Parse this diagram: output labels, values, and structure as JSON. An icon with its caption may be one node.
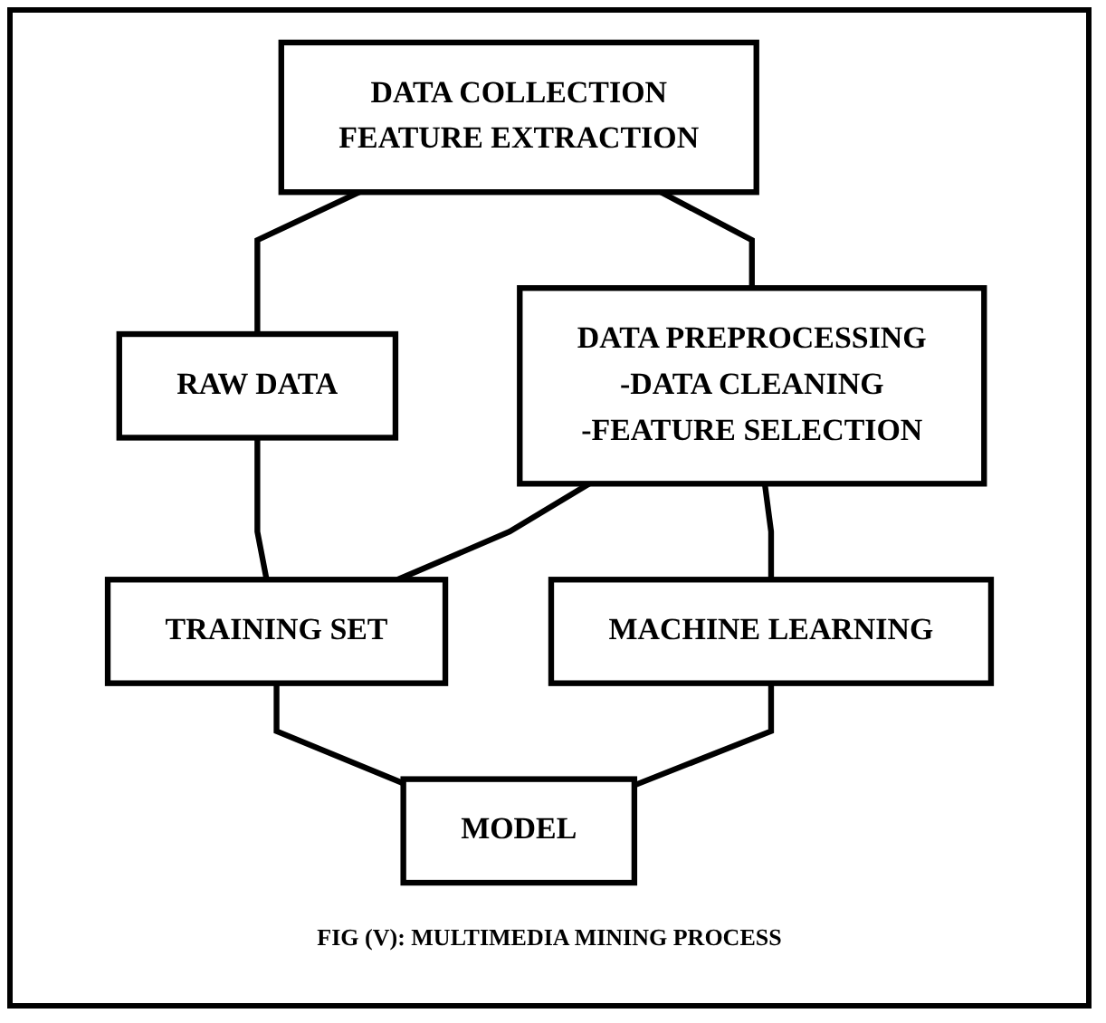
{
  "diagram": {
    "caption": "FIG (V): MULTIMEDIA MINING PROCESS",
    "nodes": [
      {
        "text": [
          "DATA COLLECTION",
          "FEATURE EXTRACTION"
        ]
      },
      {
        "text": [
          "RAW DATA"
        ]
      },
      {
        "text": [
          "DATA PREPROCESSING",
          "-DATA CLEANING",
          "-FEATURE SELECTION"
        ]
      },
      {
        "text": [
          "TRAINING SET"
        ]
      },
      {
        "text": [
          "MACHINE LEARNING"
        ]
      },
      {
        "text": [
          "MODEL"
        ]
      }
    ],
    "edges": [
      {
        "from": 0,
        "to": 1,
        "arrow": "none"
      },
      {
        "from": 1,
        "to": 3,
        "arrow": "none"
      },
      {
        "from": 2,
        "to": 3,
        "arrow": "none"
      },
      {
        "from": 3,
        "to": 5,
        "arrow": "none"
      },
      {
        "from": 4,
        "to": 5,
        "arrow": "none"
      },
      {
        "from": 0,
        "to": 2,
        "arrow": "none"
      },
      {
        "from": 2,
        "to": 4,
        "arrow": "none"
      }
    ]
  }
}
